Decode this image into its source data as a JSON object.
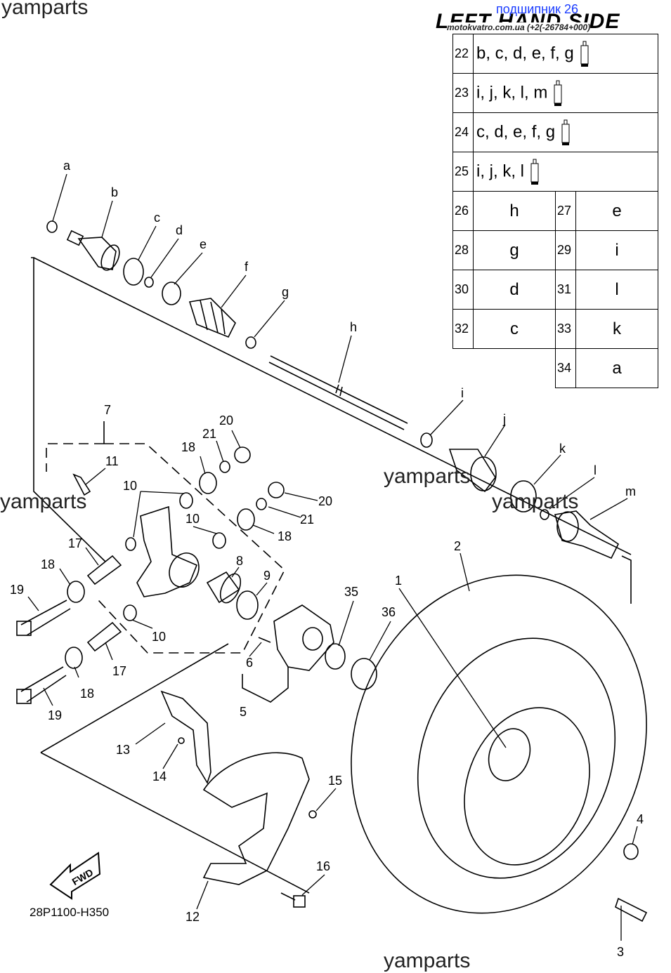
{
  "watermarks": [
    "yamparts",
    "yamparts",
    "yamparts",
    "yamparts",
    "yamparts"
  ],
  "link_text": "подшипник 26",
  "title": "LEFT HAND SIDE",
  "subtitle": "motokvatro.com.ua (+2(-26784+000)",
  "legend": {
    "rows": [
      {
        "num": "22",
        "value": "b, c, d, e, f, g",
        "icon": "grease-tube-icon"
      },
      {
        "num": "23",
        "value": "i, j, k, l, m",
        "icon": "grease-tube-icon"
      },
      {
        "num": "24",
        "value": "c, d, e, f, g",
        "icon": "grease-tube-icon"
      },
      {
        "num": "25",
        "value": "i, j, k, l",
        "icon": "grease-tube-icon"
      }
    ],
    "pairs": [
      {
        "n1": "26",
        "v1": "h",
        "n2": "27",
        "v2": "e"
      },
      {
        "n1": "28",
        "v1": "g",
        "n2": "29",
        "v2": "i"
      },
      {
        "n1": "30",
        "v1": "d",
        "n2": "31",
        "v2": "l"
      },
      {
        "n1": "32",
        "v1": "c",
        "n2": "33",
        "v2": "k"
      }
    ],
    "last": {
      "n2": "34",
      "v2": "a"
    }
  },
  "part_labels": {
    "a": "a",
    "b": "b",
    "c": "c",
    "d": "d",
    "e": "e",
    "f": "f",
    "g": "g",
    "h": "h",
    "i": "i",
    "j": "j",
    "k": "k",
    "l": "l",
    "m": "m",
    "p1": "1",
    "p2": "2",
    "p3": "3",
    "p4": "4",
    "p5": "5",
    "p6": "6",
    "p7": "7",
    "p8": "8",
    "p9": "9",
    "p10a": "10",
    "p10b": "10",
    "p10c": "10",
    "p11": "11",
    "p12": "12",
    "p13": "13",
    "p14": "14",
    "p15": "15",
    "p16": "16",
    "p17a": "17",
    "p17b": "17",
    "p18a": "18",
    "p18b": "18",
    "p18c": "18",
    "p18d": "18",
    "p19a": "19",
    "p19b": "19",
    "p20a": "20",
    "p20b": "20",
    "p21a": "21",
    "p21b": "21",
    "p35": "35",
    "p36": "36"
  },
  "fwd_label": "FWD",
  "diagram_code": "28P1100-H350"
}
